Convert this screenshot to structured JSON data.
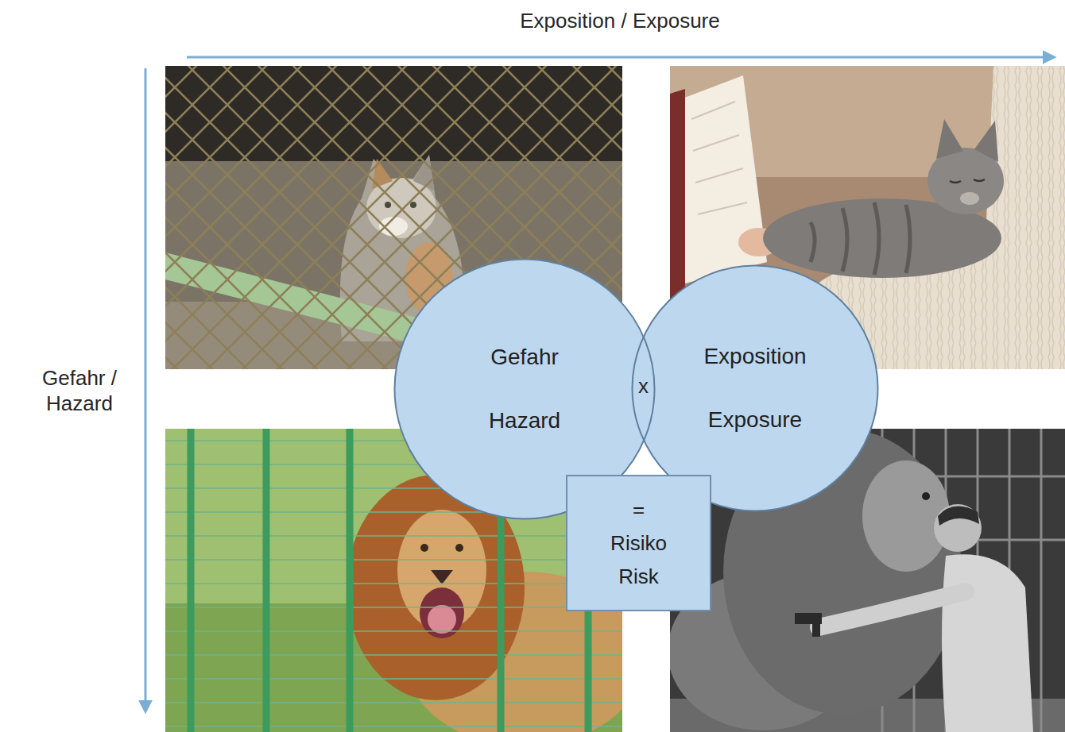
{
  "diagram": {
    "nodes": [
      {
        "text": [
          "Gefahr Hazard"
        ]
      },
      {
        "text": [
          "Exposition Exposure"
        ]
      },
      {
        "text": [
          "= Risiko Risk"
        ]
      }
    ],
    "labels": [
      "Exposition / Exposure",
      "Gefahr / Hazard",
      "x"
    ]
  }
}
